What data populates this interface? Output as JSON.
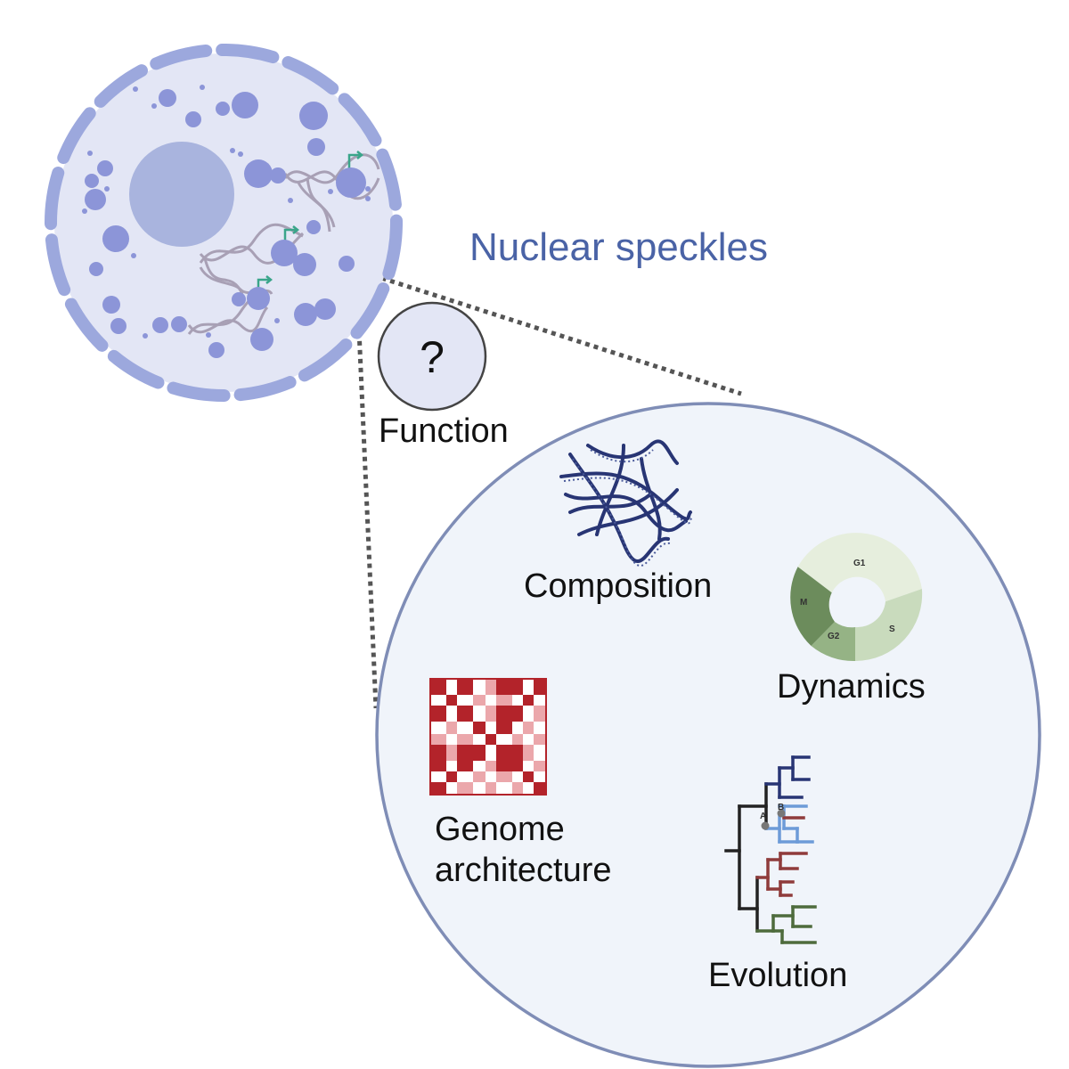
{
  "diagram": {
    "title": "Nuclear speckles",
    "question": {
      "symbol": "?",
      "label": "Function"
    },
    "topics": {
      "composition": "Composition",
      "dynamics": "Dynamics",
      "genome_line1": "Genome",
      "genome_line2": "architecture",
      "evolution": "Evolution"
    },
    "cell_cycle_phases": [
      "G1",
      "S",
      "G2",
      "M"
    ],
    "tree_nodes": [
      "A",
      "B"
    ]
  },
  "colors": {
    "nucleus_fill": "#e3e6f5",
    "nucleus_envelope": "#9ca8dd",
    "nucleolus": "#a9b4de",
    "speckle": "#8c95d8",
    "dna": "#a8a0b5",
    "zoom_fill": "#f0f4fa",
    "zoom_border": "#7f8db6",
    "title_blue": "#4a63a6",
    "heatmap_dark": "#b3232a",
    "heatmap_light": "#eba7ab",
    "cycle_g1": "#e6eedd",
    "cycle_s": "#c9dbbd",
    "cycle_g2": "#95b385",
    "cycle_m": "#6c8c5c",
    "tree_navy": "#283574",
    "tree_blue": "#6d9bd8",
    "tree_red": "#8f3b3b",
    "tree_green": "#4e6b3c"
  }
}
